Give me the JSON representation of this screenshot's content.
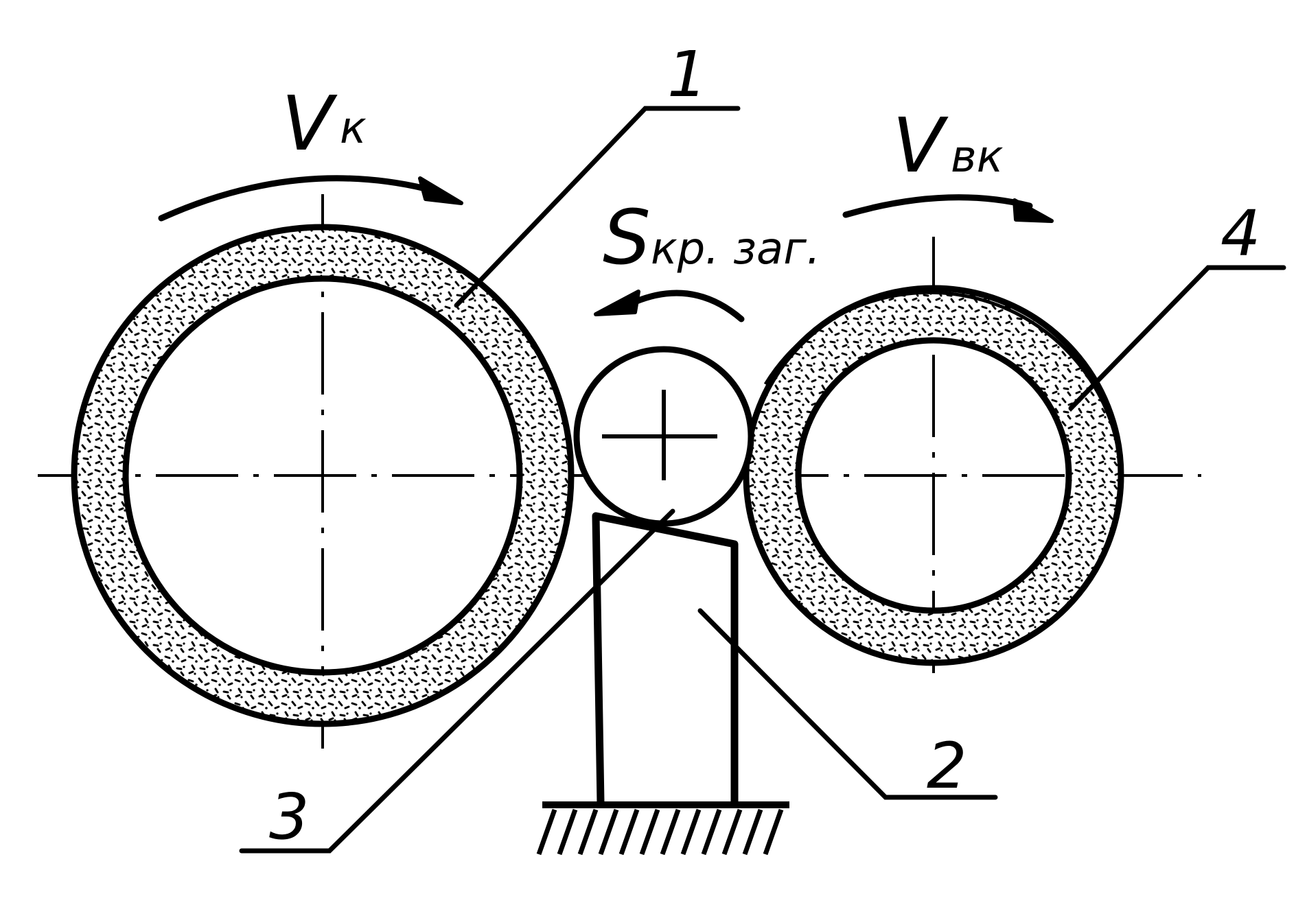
{
  "labels": {
    "v_k_main": "V",
    "v_k_sub": "к",
    "v_vk_main": "V",
    "v_vk_sub": "вк",
    "s_main": "S",
    "s_sub": "кр. заг.",
    "part_1": "1",
    "part_2": "2",
    "part_3": "3",
    "part_4": "4"
  },
  "colors": {
    "ink": "#000000",
    "background": "#ffffff"
  }
}
